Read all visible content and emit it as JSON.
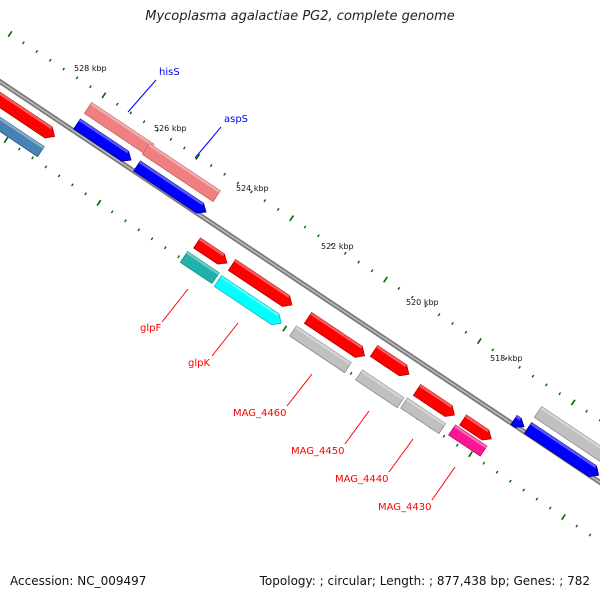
{
  "title": "Mycoplasma agalactiae PG2, complete genome",
  "footer": {
    "accession_label": "Accession:",
    "accession": "NC_009497",
    "topology_label": "Topology:",
    "topology": "circular",
    "length_label": "Length:",
    "length": "877,438 bp",
    "genes_label": "Genes:",
    "genes": "782"
  },
  "ruler": {
    "unit": "kbp",
    "ticks": [
      "528 kbp",
      "526 kbp",
      "524 kbp",
      "522 kbp",
      "520 kbp",
      "518 kbp"
    ]
  },
  "colors": {
    "backbone": "#808080",
    "red": "#ff0000",
    "pink": "#f08080",
    "blue": "#0000ff",
    "steelblue": "#4682b4",
    "cyan": "#00ffff",
    "darkcyan": "#20b2aa",
    "gray": "#c0c0c0",
    "magenta": "#ff1493",
    "tick": "#006400",
    "label_red": "#ff0000",
    "label_blue": "#0000ff"
  },
  "gene_labels": [
    {
      "text": "hisS",
      "color": "blue"
    },
    {
      "text": "aspS",
      "color": "blue"
    },
    {
      "text": "glpF",
      "color": "red"
    },
    {
      "text": "glpK",
      "color": "red"
    },
    {
      "text": "MAG_4460",
      "color": "red"
    },
    {
      "text": "MAG_4450",
      "color": "red"
    },
    {
      "text": "MAG_4440",
      "color": "red"
    },
    {
      "text": "MAG_4430",
      "color": "red"
    }
  ]
}
